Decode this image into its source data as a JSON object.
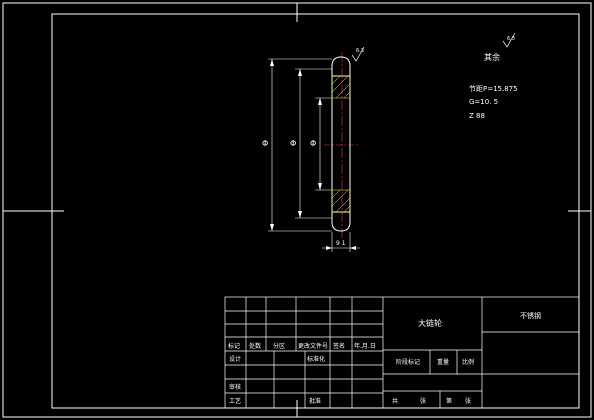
{
  "colors": {
    "background": "#000000",
    "line": "#ffffff",
    "hatch": "#ffff00",
    "center": "#ff3030",
    "dim": "#ffffff"
  },
  "roughness": {
    "part_mark": "6.3",
    "general_label": "其余",
    "general_mark": "6.3"
  },
  "specs": {
    "pitch": "节距P=15.875",
    "line2": "G=10. 5",
    "line3": "Z 88"
  },
  "dims": {
    "outer": "Φ",
    "root": "Φ",
    "hub": "Φ",
    "width": "9 1"
  },
  "title_block": {
    "drawing_name": "大链轮",
    "material": "不锈钢",
    "row_mark": "标记",
    "row_count": "处数",
    "row_zone": "分区",
    "row_doc": "更改文件号",
    "row_sign": "签名",
    "row_date": "年.月.日",
    "designer": "设计",
    "standardize": "标准化",
    "review": "审核",
    "process": "工艺",
    "approve": "批准",
    "stage_mark": "阶段标记",
    "weight": "重量",
    "scale": "比例",
    "sheets_total": "共",
    "sheets_total2": "张",
    "sheet_no": "第",
    "sheet_no2": "张"
  }
}
